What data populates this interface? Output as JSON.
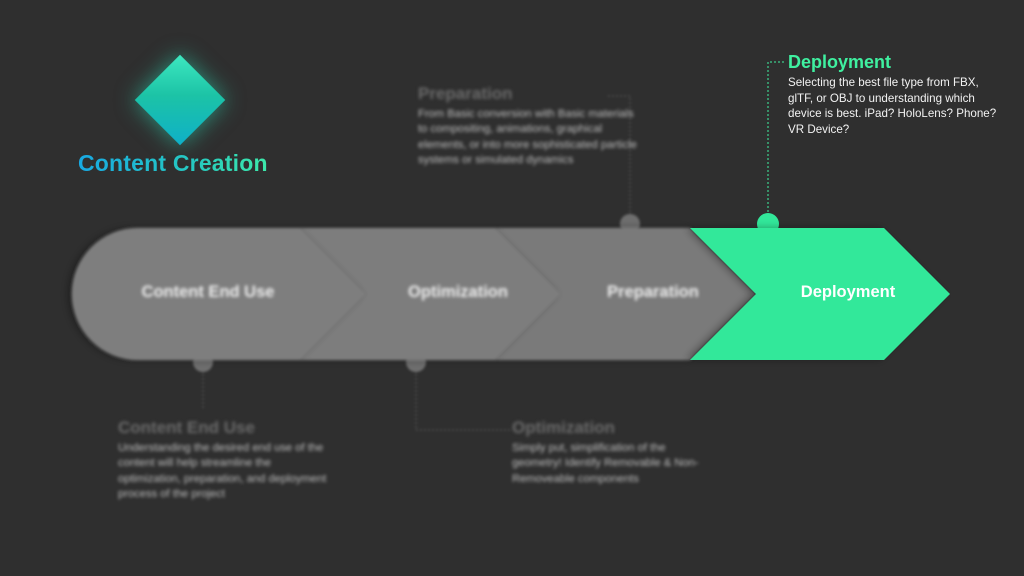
{
  "logo": {
    "title": "Content Creation",
    "icon": "diamond-logo-icon",
    "gradient": [
      "#18a9e3",
      "#43f1a4"
    ]
  },
  "stages": [
    {
      "label": "Content End Use",
      "active": false
    },
    {
      "label": "Optimization",
      "active": false
    },
    {
      "label": "Preparation",
      "active": false
    },
    {
      "label": "Deployment",
      "active": true
    }
  ],
  "callouts": {
    "deployment": {
      "title": "Deployment",
      "body": "Selecting the best file type from FBX, glTF, or OBJ to understanding which device is best. iPad? HoloLens? Phone? VR Device?"
    },
    "preparation": {
      "title": "Preparation",
      "body": "From Basic conversion with Basic materials to compositing, animations, graphical elements, or into more sophisticated particle systems or simulated dynamics"
    },
    "content_end_use": {
      "title": "Content End Use",
      "body": "Understanding the desired end use of the content will help streamline the optimization, preparation, and deployment process of the project"
    },
    "optimization": {
      "title": "Optimization",
      "body": "Simply put, simplification of the geometry! Identify Removable & Non-Removeable components"
    }
  },
  "colors": {
    "background": "#2f2f2f",
    "stage_inactive": "#7a7a7a",
    "stage_active": "#32e89a",
    "accent_text": "#3ff0a0"
  }
}
